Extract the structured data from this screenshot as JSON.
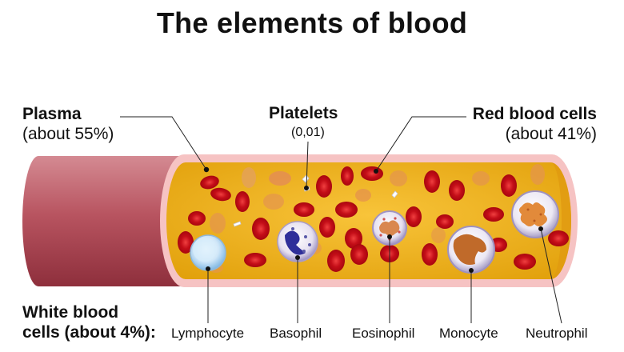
{
  "title": "The elements of blood",
  "plasma": {
    "name": "Plasma",
    "share": "(about 55%)"
  },
  "platelets": {
    "name": "Platelets",
    "share": "(0,01)"
  },
  "red_cells": {
    "name": "Red blood cells",
    "share": "(about 41%)"
  },
  "white_cells": {
    "line1": "White blood",
    "line2": "cells (about 4%):"
  },
  "white_cell_types": [
    "Lymphocyte",
    "Basophil",
    "Eosinophil",
    "Monocyte",
    "Neutrophil"
  ],
  "colors": {
    "plasma": "#f2b519",
    "red_cell": "#d8101a",
    "vessel_wall": "#f6c3c3",
    "vessel_outer": "#b85460"
  }
}
